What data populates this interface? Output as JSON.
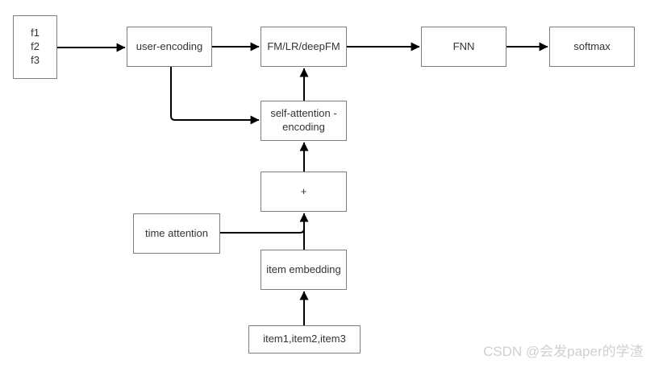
{
  "diagram": {
    "title": "recommendation model architecture flowchart",
    "nodes": [
      {
        "id": "feature-inputs",
        "label": "f1\nf2\nf3"
      },
      {
        "id": "user-encoding",
        "label": "user-encoding"
      },
      {
        "id": "fm-lr-deepfm",
        "label": "FM/LR/deepFM"
      },
      {
        "id": "fnn",
        "label": "FNN"
      },
      {
        "id": "softmax",
        "label": "softmax"
      },
      {
        "id": "self-attention-encoding",
        "label": "self-attention -\nencoding"
      },
      {
        "id": "plus",
        "label": "+"
      },
      {
        "id": "time-attention",
        "label": "time attention"
      },
      {
        "id": "item-embedding",
        "label": "item embedding"
      },
      {
        "id": "item-inputs",
        "label": "item1,item2,item3"
      }
    ],
    "edges": [
      {
        "from": "feature-inputs",
        "to": "user-encoding"
      },
      {
        "from": "user-encoding",
        "to": "fm-lr-deepfm"
      },
      {
        "from": "fm-lr-deepfm",
        "to": "fnn"
      },
      {
        "from": "fnn",
        "to": "softmax"
      },
      {
        "from": "user-encoding",
        "to": "self-attention-encoding"
      },
      {
        "from": "self-attention-encoding",
        "to": "fm-lr-deepfm"
      },
      {
        "from": "plus",
        "to": "self-attention-encoding"
      },
      {
        "from": "item-embedding",
        "to": "plus"
      },
      {
        "from": "time-attention",
        "to": "plus"
      },
      {
        "from": "item-inputs",
        "to": "item-embedding"
      }
    ],
    "colors": {
      "node_border": "#7f7f7f",
      "node_fill": "#ffffff",
      "arrow": "#000000",
      "text": "#333333",
      "background": "#ffffff"
    }
  },
  "watermark": {
    "text": "CSDN @会发paper的学渣",
    "color": "#d0d0d0"
  }
}
